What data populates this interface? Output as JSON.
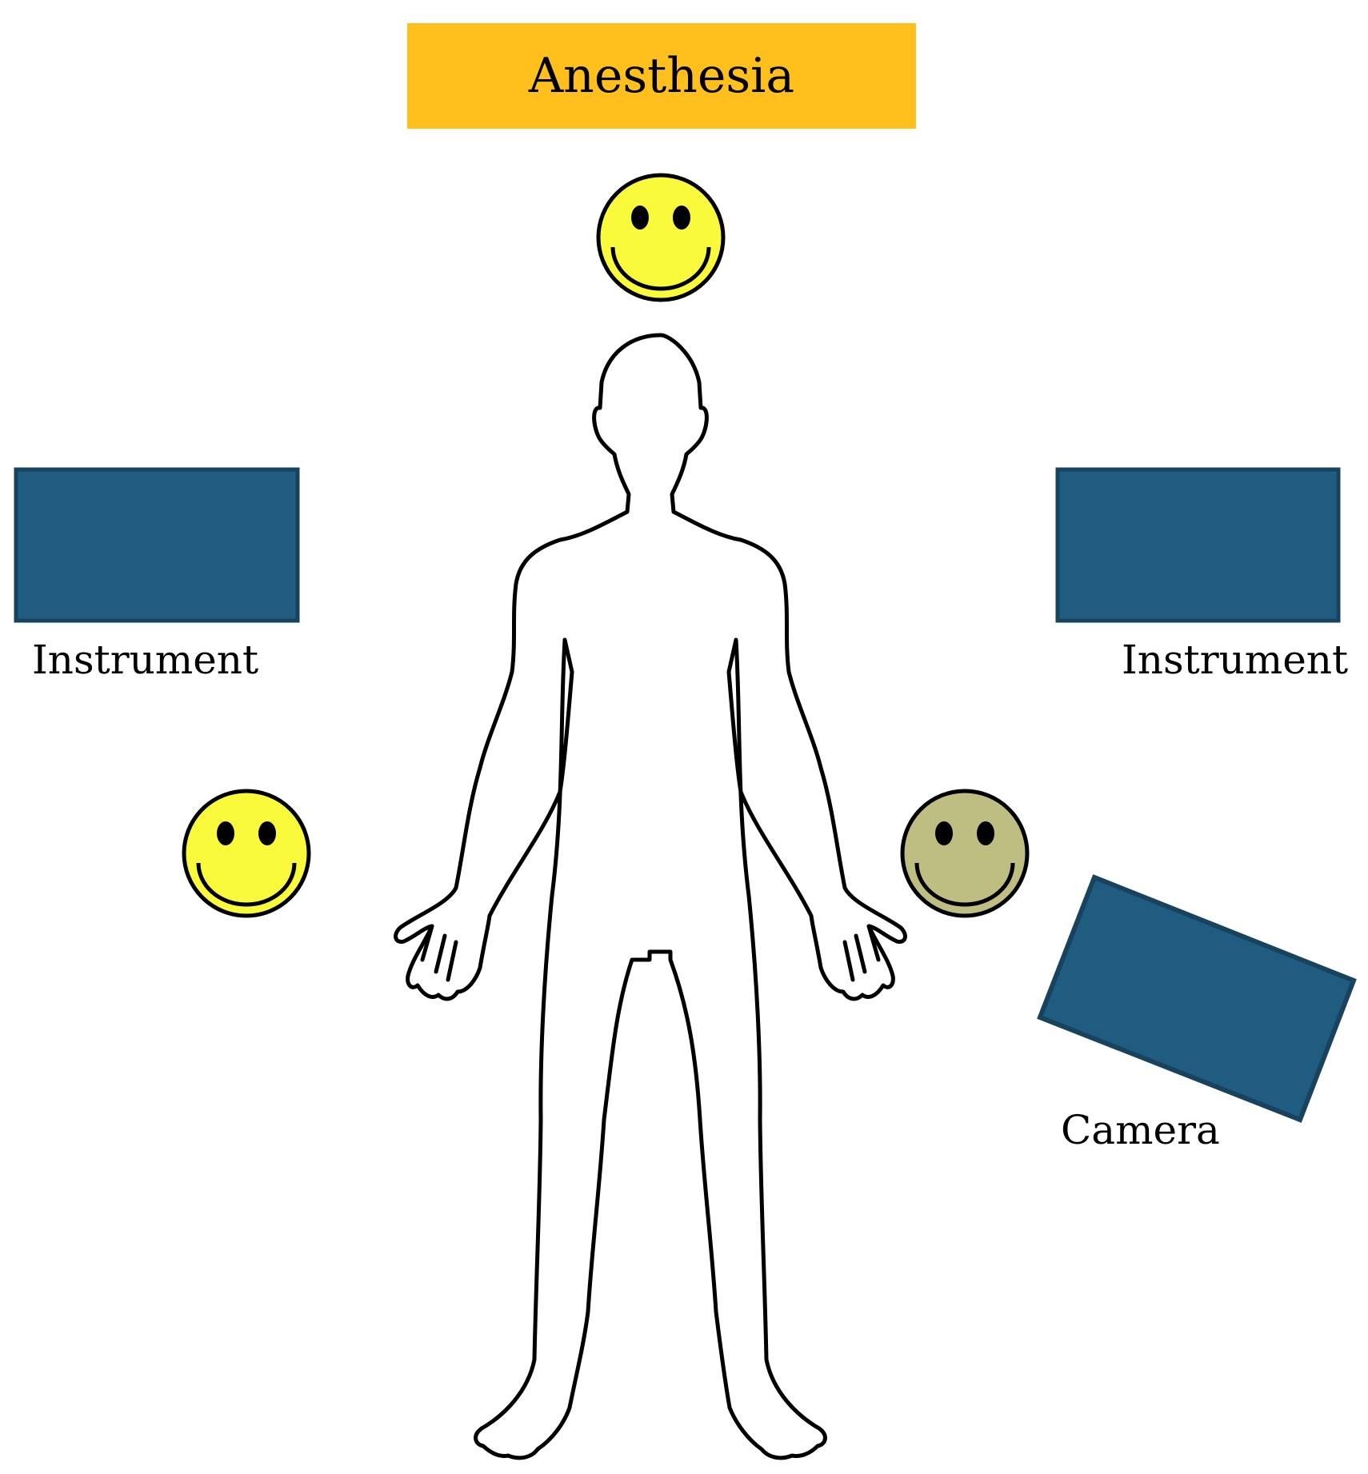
{
  "colors": {
    "anesthesia_box": "#ffc01d",
    "equipment_box": "#1f5c7f",
    "equipment_border": "#17435e",
    "face_yellow": "#fafa3c",
    "face_khaki": "#bebd82",
    "outline": "#000000"
  },
  "anesthesia": {
    "label": "Anesthesia"
  },
  "instrument_left": {
    "label": "Instrument"
  },
  "instrument_right": {
    "label": "Instrument"
  },
  "camera": {
    "label": "Camera"
  },
  "icons": {
    "staff_top": "smiley-face-icon",
    "staff_left": "smiley-face-icon",
    "staff_right": "smiley-face-icon",
    "patient": "human-body-outline-icon"
  }
}
